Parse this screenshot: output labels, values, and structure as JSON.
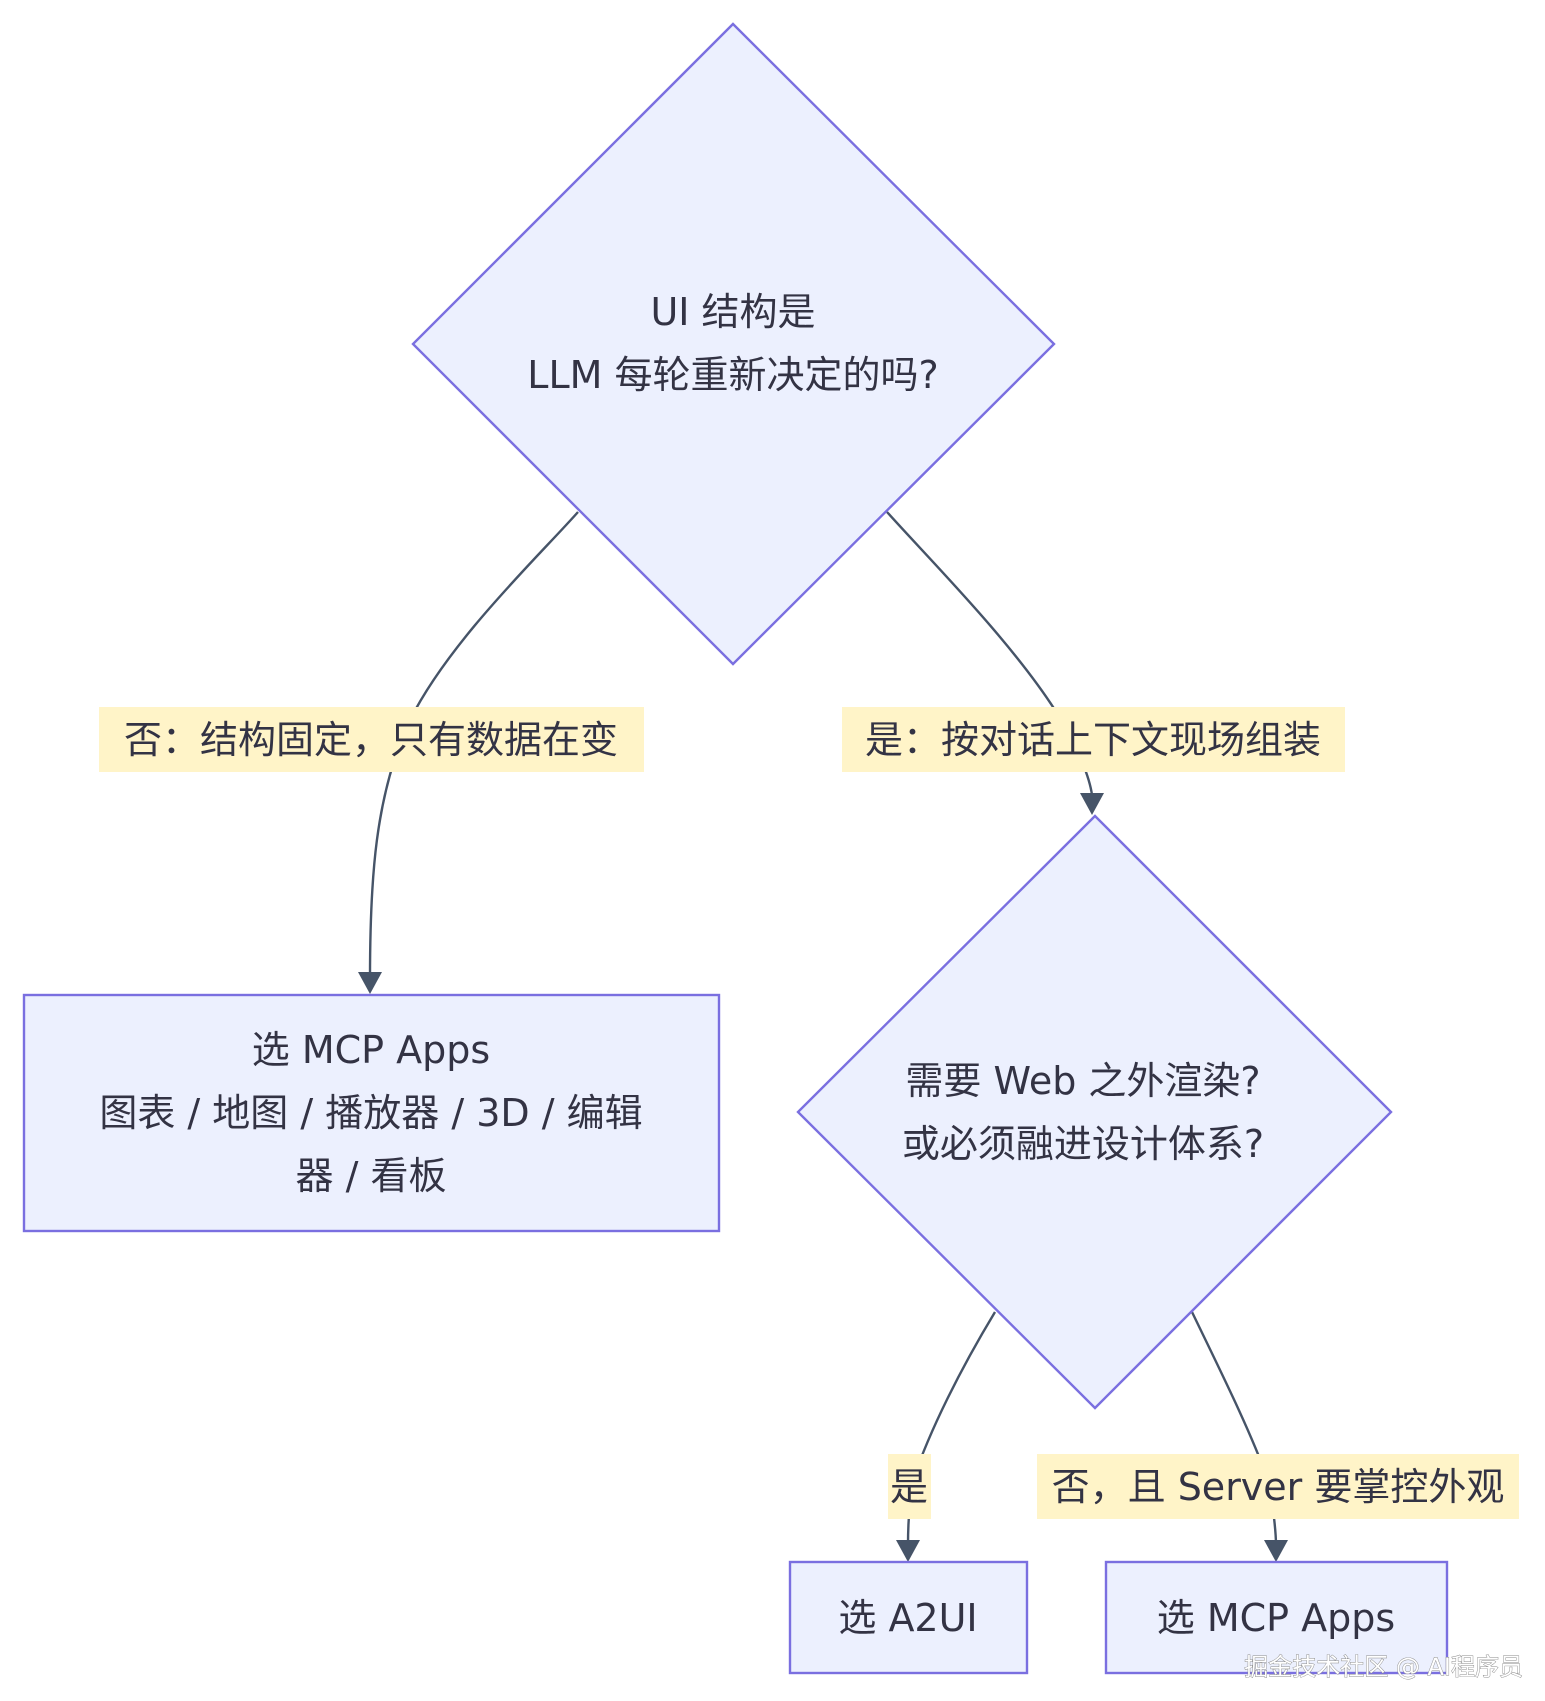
{
  "nodes": {
    "decision_llm_structure": {
      "lines": [
        "UI 结构是",
        "LLM 每轮重新决定的吗?"
      ]
    },
    "decision_web_render": {
      "lines": [
        "需要 Web 之外渲染?",
        "或必须融进设计体系?"
      ]
    },
    "result_mcp_apps_fixed": {
      "lines": [
        "选 MCP Apps",
        "图表 / 地图 / 播放器 / 3D / 编辑",
        "器 / 看板"
      ]
    },
    "result_a2ui": {
      "lines": [
        "选 A2UI"
      ]
    },
    "result_mcp_apps_server": {
      "lines": [
        "选 MCP Apps"
      ]
    }
  },
  "edges": {
    "no_fixed_structure": {
      "label": "否：结构固定，只有数据在变"
    },
    "yes_context_assembly": {
      "label": "是：按对话上下文现场组装"
    },
    "yes_a2ui": {
      "label": "是"
    },
    "no_server_controls": {
      "label": "否，且 Server 要掌控外观"
    }
  },
  "watermark": "掘金技术社区 @ AI程序员",
  "colors": {
    "node_fill": "#ecf0fe",
    "node_stroke": "#7a6fe0",
    "edge_stroke": "#465468",
    "label_bg": "#fff4c8",
    "text": "#333344"
  }
}
